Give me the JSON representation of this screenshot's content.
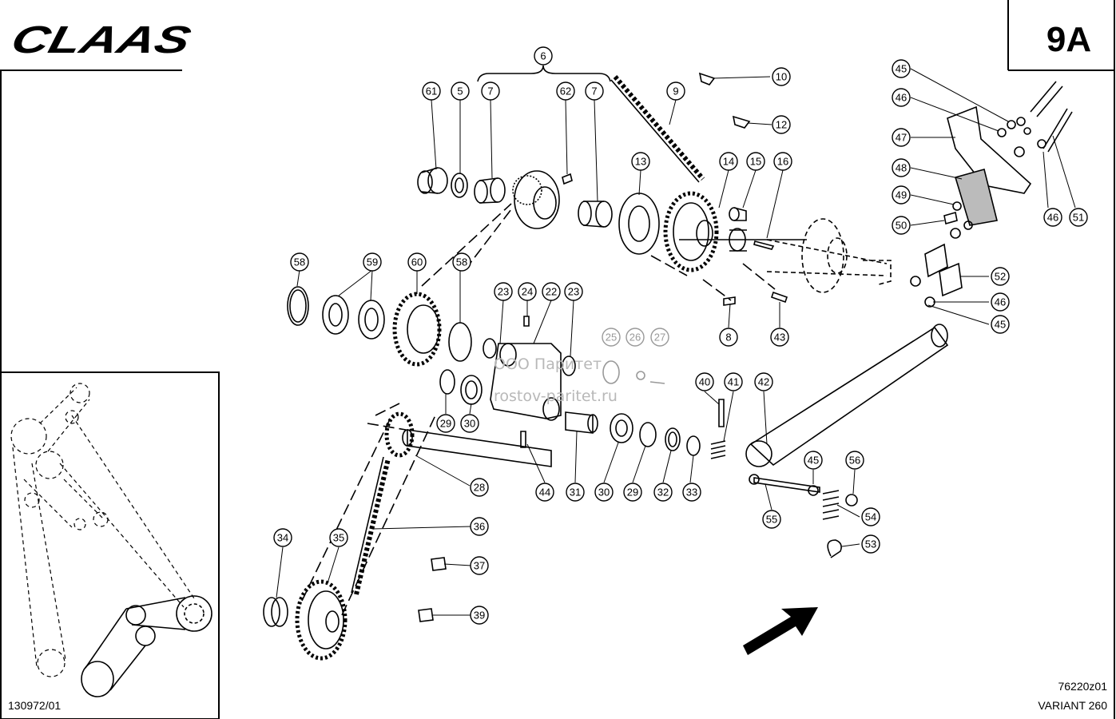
{
  "header": {
    "logo_text": "CLAAS",
    "page_code": "9A"
  },
  "footer": {
    "left_code": "130972/01",
    "drawing_no": "76220z01",
    "model": "VARIANT 260"
  },
  "watermark": {
    "line1": "ООО Паритет",
    "line2": "rostov-paritet.ru"
  },
  "callouts": [
    "5",
    "6",
    "7",
    "7",
    "8",
    "9",
    "10",
    "12",
    "13",
    "14",
    "15",
    "16",
    "22",
    "23",
    "23",
    "24",
    "25",
    "26",
    "27",
    "28",
    "29",
    "29",
    "30",
    "30",
    "31",
    "32",
    "33",
    "34",
    "35",
    "36",
    "37",
    "39",
    "40",
    "41",
    "42",
    "43",
    "44",
    "45",
    "45",
    "45",
    "46",
    "46",
    "46",
    "47",
    "48",
    "49",
    "50",
    "51",
    "52",
    "53",
    "54",
    "55",
    "56",
    "58",
    "58",
    "59",
    "60",
    "61",
    "62"
  ]
}
